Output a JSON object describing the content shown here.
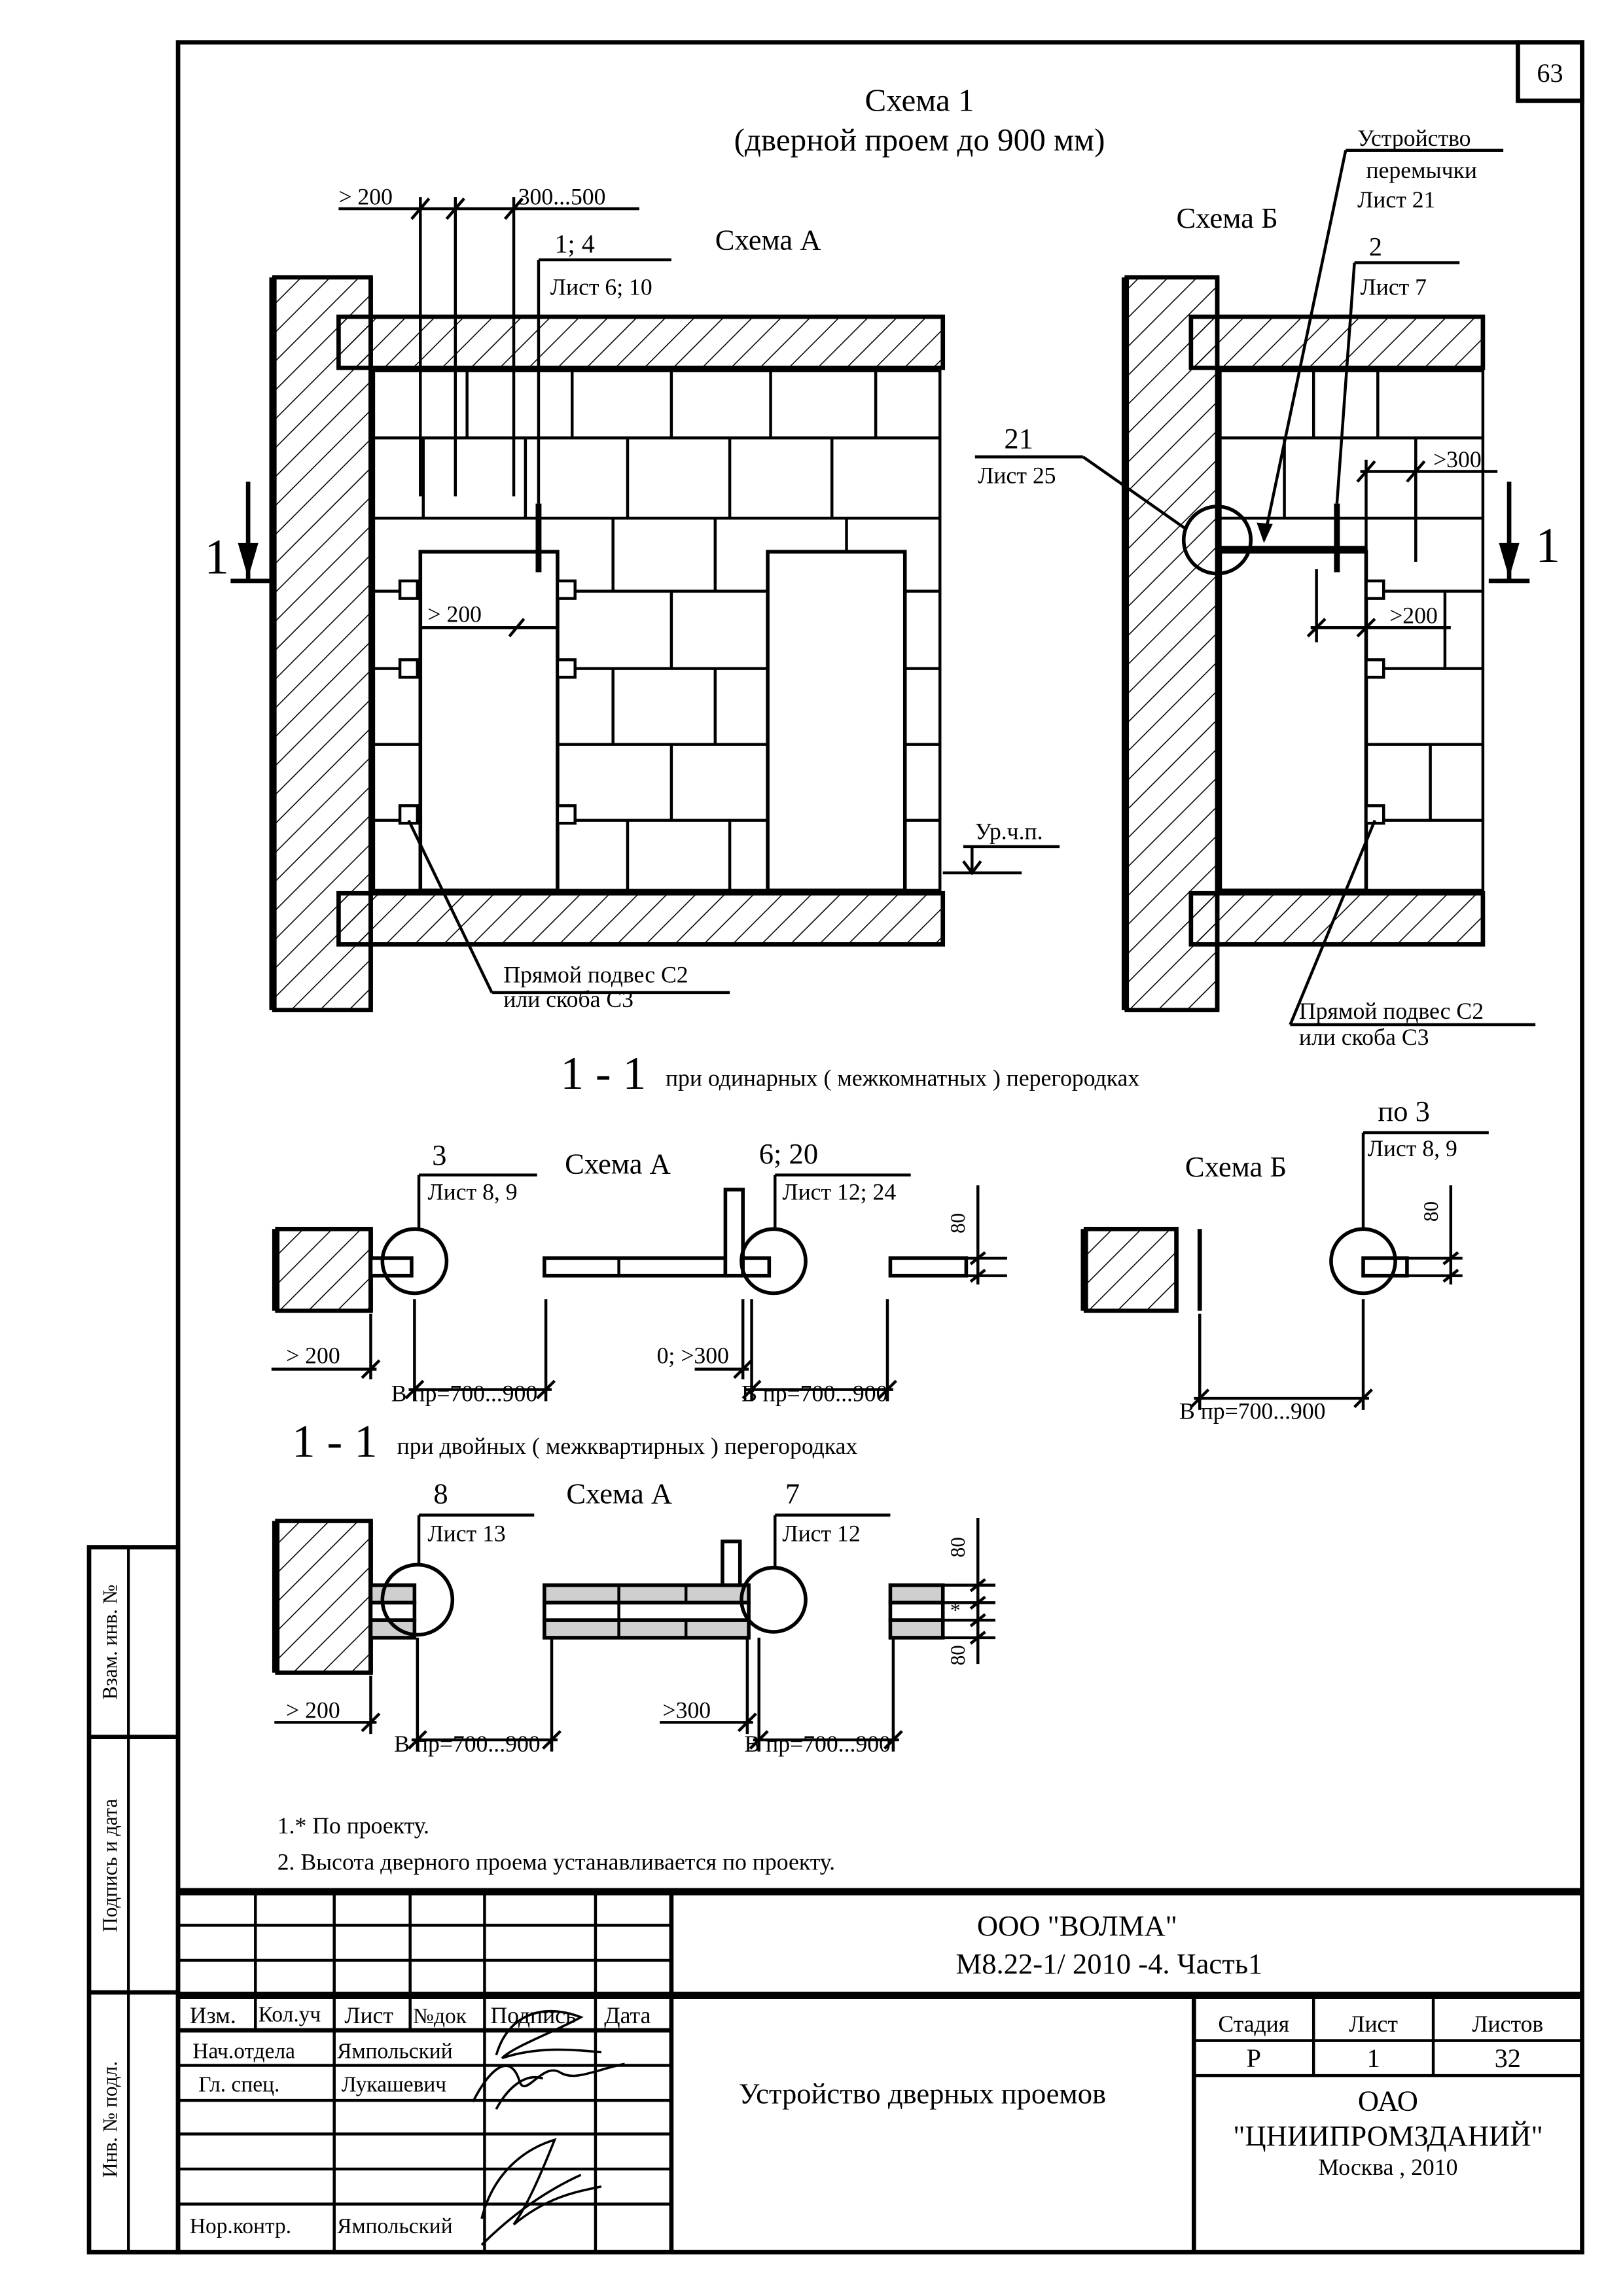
{
  "page_number": "63",
  "title": {
    "line1": "Схема 1",
    "line2": "(дверной проем до 900 мм)"
  },
  "elevation": {
    "schemeA_label": "Схема А",
    "schemeB_label": "Схема Б",
    "dim_gt200": "> 200",
    "dim_300_500": "300...500",
    "dim_gt200_door": "> 200",
    "dim_gt300": ">300",
    "dim_gt200_b": ">200",
    "ref_1_4": "1; 4",
    "ref_list_6_10": "Лист 6; 10",
    "ref_2": "2",
    "ref_list_7": "Лист 7",
    "ref_21": "21",
    "ref_list_25": "Лист  25",
    "lintel_label_1": "Устройство",
    "lintel_label_2": "перемычки",
    "lintel_label_3": "Лист 21",
    "floor_level": "Ур.ч.п.",
    "hanger_label_1": "Прямой подвес С2",
    "hanger_label_2": "или скоба С3",
    "section_mark": "1"
  },
  "section_single": {
    "title_big": "1 - 1",
    "title_small": "при одинарных ( межкомнатных ) перегородках",
    "schemeA_label": "Схема А",
    "schemeB_label": "Схема Б",
    "ref_3": "3",
    "ref_list_8_9": "Лист 8, 9",
    "ref_6_20": "6; 20",
    "ref_list_12_24": "Лист 12; 24",
    "ref_po3": "по 3",
    "ref_list_8_9_b": "Лист 8, 9",
    "dim_gt200": "> 200",
    "dim_b_pr": "В пр=700...900",
    "dim_0_gt300": "0; >300",
    "dim_b_pr_2": "В пр=700...900",
    "dim_b_pr_3": "В пр=700...900",
    "dim_80": "80",
    "dim_80_b": "80"
  },
  "section_double": {
    "title_big": "1 - 1",
    "title_small": "при двойных ( межквартирных ) перегородках",
    "schemeA_label": "Схема А",
    "ref_8": "8",
    "ref_list_13": "Лист 13",
    "ref_7": "7",
    "ref_list_12": "Лист 12",
    "dim_gt200": "> 200",
    "dim_b_pr": "В пр=700...900",
    "dim_gt300": ">300",
    "dim_b_pr_2": "В пр=700...900",
    "dim_80_top": "80",
    "dim_star": "*",
    "dim_80_bot": "80"
  },
  "notes": [
    "1.* По проекту.",
    "2. Высота дверного проема устанавливается по проекту."
  ],
  "side_stamp": [
    "Взам. инв. №",
    "Подпись и дата",
    "Инв. № подл."
  ],
  "title_block": {
    "org": "ООО \"ВОЛМА\"",
    "code": "М8.22-1/ 2010 -4. Часть1",
    "header": [
      "Изм.",
      "Кол.уч",
      "Лист",
      "№док",
      "Подпись",
      "Дата"
    ],
    "rows": [
      {
        "role": "Нач.отдела",
        "name": "Ямпольский"
      },
      {
        "role": "Гл. спец.",
        "name": "Лукашевич"
      },
      {
        "role": "",
        "name": ""
      },
      {
        "role": "",
        "name": ""
      },
      {
        "role": "Нор.контр.",
        "name": "Ямпольский"
      }
    ],
    "sheet_title": "Устройство дверных проемов",
    "stage_label": "Стадия",
    "sheet_label": "Лист",
    "sheets_label": "Листов",
    "stage": "Р",
    "sheet": "1",
    "sheets": "32",
    "company_1": "ОАО",
    "company_2": "\"ЦНИИПРОМЗДАНИЙ\"",
    "city": "Москва , 2010"
  }
}
